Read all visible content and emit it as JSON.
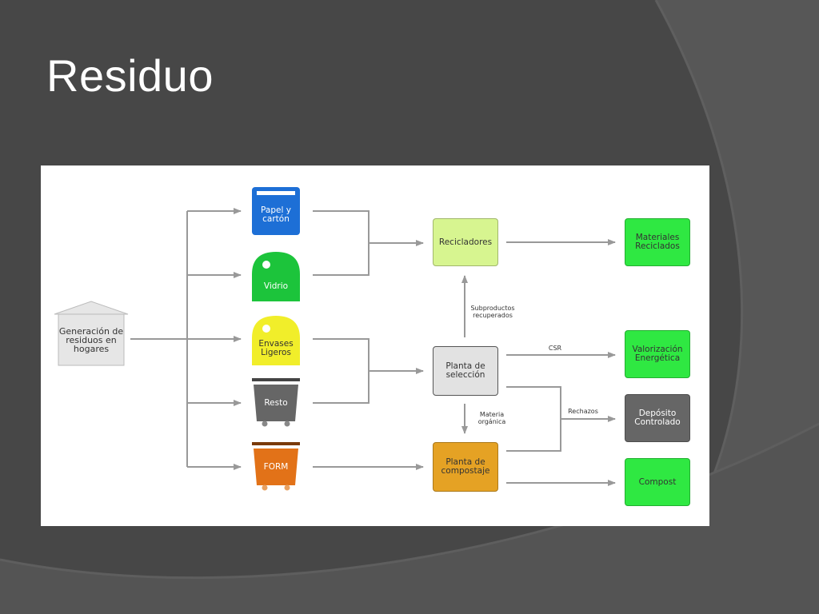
{
  "slide": {
    "title": "Residuo"
  },
  "diagram": {
    "source": "Generación de residuos en hogares",
    "bins": {
      "paper": "Papel y cartón",
      "glass": "Vidrio",
      "packaging": "Envases Ligeros",
      "rest": "Resto",
      "form": "FORM"
    },
    "facilities": {
      "recyclers": "Recicladores",
      "sorting": "Planta de selección",
      "composting": "Planta de compostaje"
    },
    "outputs": {
      "recycled": "Materiales Reciclados",
      "energy": "Valorización Energética",
      "landfill": "Depósito Controlado",
      "compost": "Compost"
    },
    "edge_labels": {
      "byproducts": "Subproductos recuperados",
      "csr": "CSR",
      "rejects": "Rechazos",
      "organic": "Materia orgánica"
    },
    "colors": {
      "paper": "#1d6fd6",
      "glass": "#1cc43b",
      "packaging": "#f1ee2a",
      "rest": "#666666",
      "form": "#e27218",
      "recyclers": "#d7f590",
      "sorting": "#e2e2e2",
      "composting": "#e5a224",
      "output_green": "#2fe842",
      "landfill": "#666666",
      "arrow": "#999999"
    }
  }
}
